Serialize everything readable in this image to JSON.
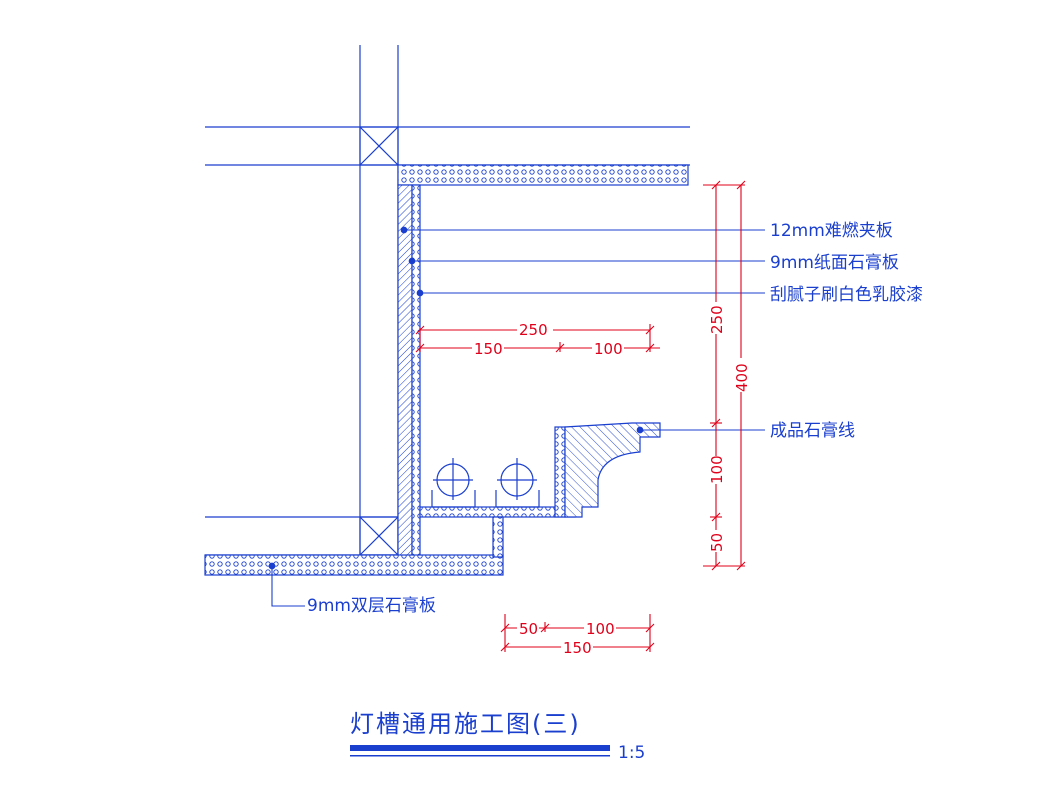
{
  "title": "灯槽通用施工图(三)",
  "scale": "1:5",
  "colors": {
    "line": "#1a3fcf",
    "dimension": "#e0001a",
    "background": "#ffffff"
  },
  "labels": {
    "plywood": "12mm难燃夹板",
    "gypsum_board": "9mm纸面石膏板",
    "paint": "刮腻子刷白色乳胶漆",
    "gypsum_molding": "成品石膏线",
    "double_gypsum": "9mm双层石膏板"
  },
  "dimensions": {
    "top_total": "250",
    "top_a": "150",
    "top_b": "100",
    "right_total": "400",
    "right_a": "250",
    "right_b": "100",
    "right_c": "50",
    "bottom_total": "150",
    "bottom_a": "50",
    "bottom_b": "100"
  }
}
